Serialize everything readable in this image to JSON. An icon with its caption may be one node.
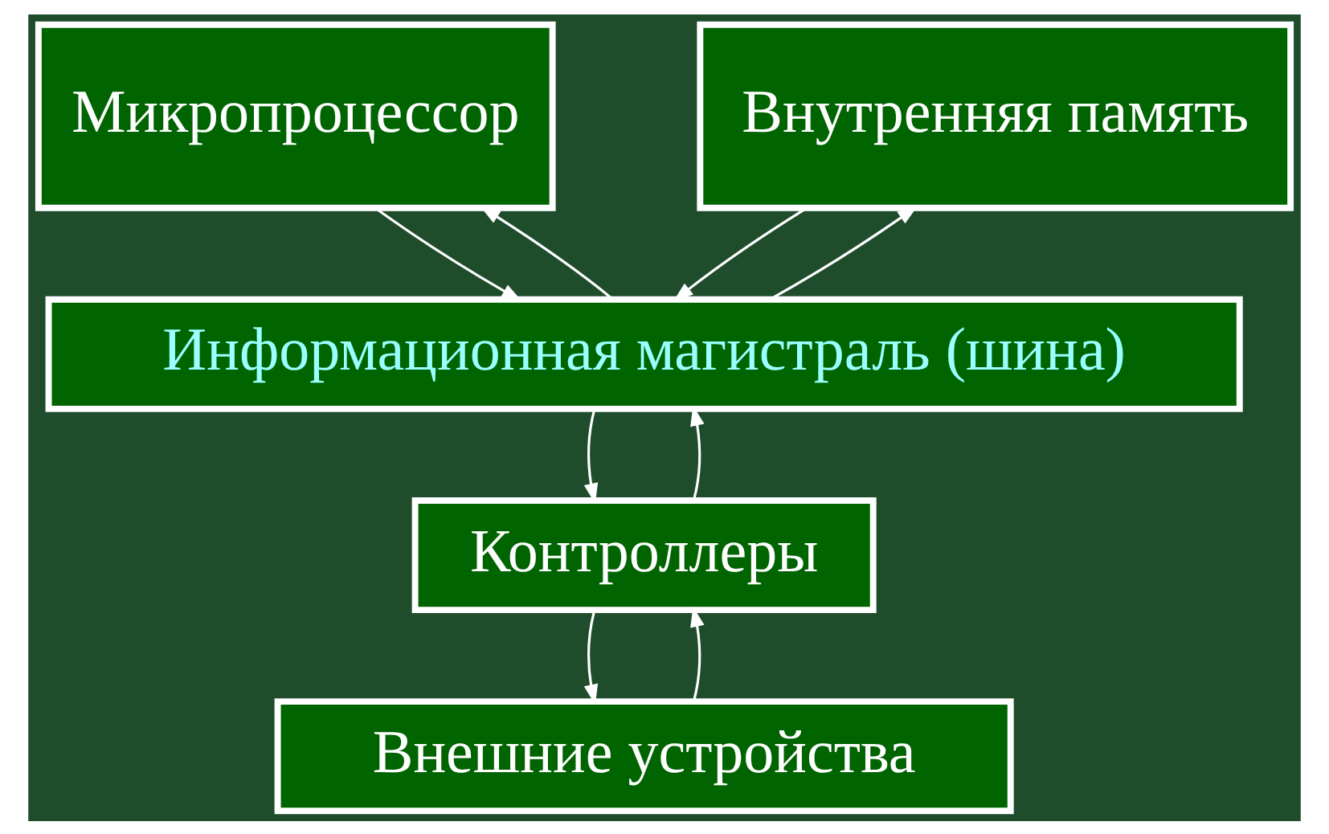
{
  "diagram": {
    "nodes": [
      {
        "text": [
          "Микропроцессор"
        ]
      },
      {
        "text": [
          "Внутренняя память"
        ]
      },
      {
        "text": [
          "Информационная магистраль (шина)"
        ]
      },
      {
        "text": [
          "Контроллеры"
        ]
      },
      {
        "text": [
          "Внешние устройства"
        ]
      }
    ],
    "edges": [
      {
        "from": 0,
        "to": 2,
        "arrow": "to"
      },
      {
        "from": 2,
        "to": 0,
        "arrow": "to"
      },
      {
        "from": 1,
        "to": 2,
        "arrow": "to"
      },
      {
        "from": 2,
        "to": 1,
        "arrow": "to"
      },
      {
        "from": 2,
        "to": 3,
        "arrow": "to"
      },
      {
        "from": 3,
        "to": 2,
        "arrow": "to"
      },
      {
        "from": 3,
        "to": 4,
        "arrow": "to"
      },
      {
        "from": 4,
        "to": 3,
        "arrow": "to"
      }
    ]
  }
}
